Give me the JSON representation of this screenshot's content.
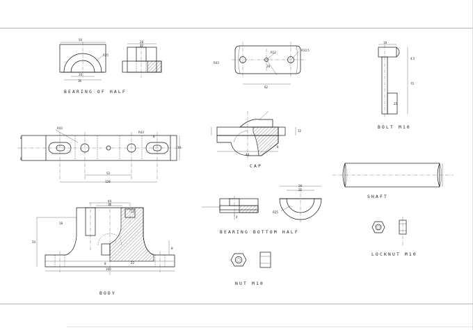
{
  "labels": {
    "bearing_top_half": "BEARING OF HALF",
    "bolt": "BOLT M10",
    "cap": "CAP",
    "shaft": "SHAFT",
    "bearing_bottom_half": "BEARING BOTTOM HALF",
    "locknut": "LOCKNUT M10",
    "nut": "NUT M10",
    "body": "BODY"
  },
  "dims": {
    "top_half_w": "50",
    "top_half_r": "R25",
    "top_half_20": "20",
    "top_half_36": "36",
    "side_28": "28",
    "side_22": "22",
    "cap_r43": "R43",
    "cap_r12": "R12",
    "cap_r10": "R10.5",
    "cap_62": "62",
    "cap_28": "28",
    "bolt_18": "18",
    "bolt_45": "4.5",
    "bolt_75": "75",
    "bolt_25": "25",
    "base_r43": "R43",
    "base_52": "52",
    "base_128": "128",
    "base_39": "39",
    "base_8": "8",
    "capside_12": "12",
    "capside_44": "44",
    "capside_8": "8",
    "bot_r25": "R25",
    "bot_28": "28",
    "bot_22": "22",
    "bot_4": "4",
    "body_44": "44",
    "body_36": "36",
    "body_12": "12",
    "body_50": "50",
    "body_18": "18",
    "body_160": "160",
    "body_22": "22",
    "body_8": "8"
  }
}
